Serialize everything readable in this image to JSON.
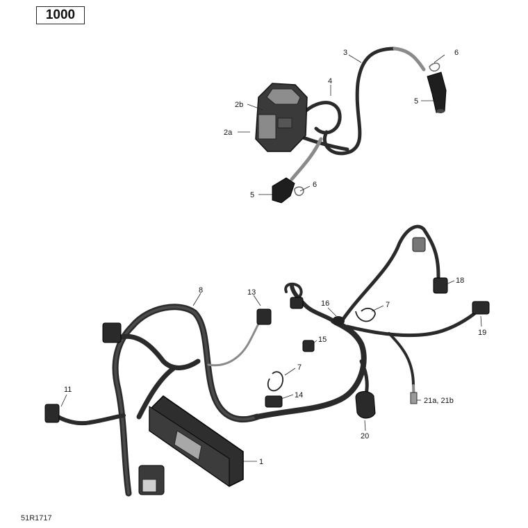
{
  "model_badge": "1000",
  "reference_code": "51R1717",
  "callouts": {
    "c1": "1",
    "c2a": "2a",
    "c2b": "2b",
    "c3": "3",
    "c4": "4",
    "c5_top": "5",
    "c5_bottom": "5",
    "c6_top": "6",
    "c6_bottom": "6",
    "c7_left": "7",
    "c7_right": "7",
    "c8": "8",
    "c11": "11",
    "c13": "13",
    "c14": "14",
    "c15": "15",
    "c16": "16",
    "c18": "18",
    "c19": "19",
    "c20": "20",
    "c21": "21a, 21b"
  }
}
